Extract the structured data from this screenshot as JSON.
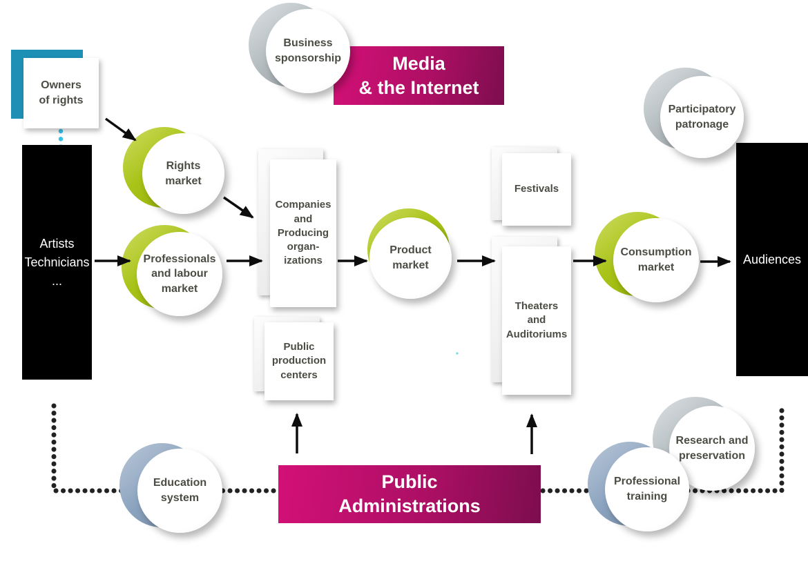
{
  "colors": {
    "market_green": "#a9c318",
    "sponsor_gray": "#b2babe",
    "public_blue": "#8ba3bf",
    "teal": "#1e8fb5",
    "cyan_dots": "#3cc0e6",
    "dotted_black": "#222222",
    "arrow_black": "#0d0d0d",
    "banner_pink_start": "#d31077",
    "banner_pink_end": "#7d0d4e",
    "black_node": "#000000"
  },
  "endpoints": {
    "artists": "Artists\nTechnicians\n...",
    "audiences": "Audiences"
  },
  "boxes": {
    "owners_of_rights": "Owners\nof rights",
    "companies_producing": "Companies\nand\nProducing\norgan-\nizations",
    "public_production_centers": "Public\nproduction\ncenters",
    "festivals": "Festivals",
    "theaters_auditoriums": "Theaters\nand\nAuditoriums"
  },
  "circles": {
    "business_sponsorship": "Business\nsponsorship",
    "rights_market": "Rights\nmarket",
    "professionals_labour_market": "Professionals\nand labour\nmarket",
    "product_market": "Product\nmarket",
    "consumption_market": "Consumption\nmarket",
    "participatory_patronage": "Participatory\npatronage",
    "education_system": "Education\nsystem",
    "professional_training": "Professional\ntraining",
    "research_preservation": "Research and\npreservation"
  },
  "banners": {
    "media_internet": "Media\n& the Internet",
    "public_administrations": "Public\nAdministrations"
  }
}
